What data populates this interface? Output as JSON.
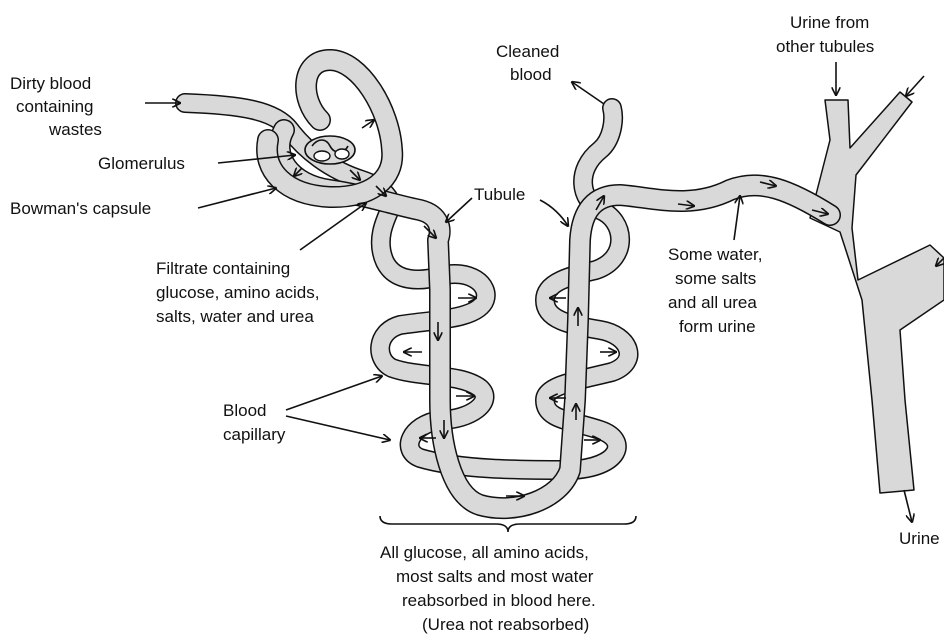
{
  "labels": {
    "dirty_blood": [
      "Dirty blood",
      "containing",
      "wastes"
    ],
    "glomerulus": "Glomerulus",
    "bowmans_capsule": "Bowman's capsule",
    "filtrate": [
      "Filtrate containing",
      "glucose, amino acids,",
      "salts, water and urea"
    ],
    "blood_capillary": [
      "Blood",
      "capillary"
    ],
    "cleaned_blood": [
      "Cleaned",
      "blood"
    ],
    "tubule": "Tubule",
    "urine_from_other": [
      "Urine from",
      "other tubules"
    ],
    "some_water": [
      "Some water,",
      "some salts",
      "and all urea",
      "form urine"
    ],
    "urine": "Urine",
    "reabsorbed": [
      "All glucose, all amino acids,",
      "most salts and most water",
      "reabsorbed in blood here.",
      "(Urea not reabsorbed)"
    ]
  },
  "colors": {
    "tube": "#d9d9d9",
    "outline": "#111111",
    "background": "#ffffff"
  }
}
